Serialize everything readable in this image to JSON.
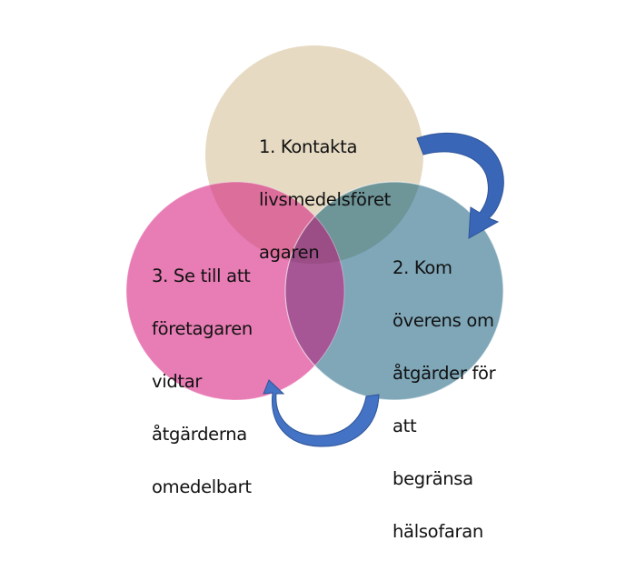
{
  "diagram": {
    "type": "venn-cycle",
    "colors": {
      "circle_1": "#E6DAC3",
      "circle_2": "#7FA7B8",
      "circle_3": "#E87DB5",
      "overlap_1_2": "#6E9598",
      "overlap_1_3": "#DC6E9B",
      "overlap_2_3": "#A65595",
      "overlap_all": "#9A4E85",
      "arrow": "#3F6EC2",
      "arrow_dark": "#2F5597"
    },
    "circles": [
      {
        "id": "1",
        "lines": [
          "1. Kontakta",
          "livsmedelsföret",
          "agaren"
        ]
      },
      {
        "id": "2",
        "lines": [
          "2. Kom",
          "överens om",
          "åtgärder för",
          "att",
          "begränsa",
          "hälsofaran"
        ]
      },
      {
        "id": "3",
        "lines": [
          "3. Se till att",
          "företagaren",
          "vidtar",
          "åtgärderna",
          "omedelbart"
        ]
      }
    ],
    "arrows": [
      {
        "from": "1",
        "to": "2",
        "direction": "clockwise"
      },
      {
        "from": "2",
        "to": "3",
        "direction": "clockwise"
      }
    ]
  }
}
